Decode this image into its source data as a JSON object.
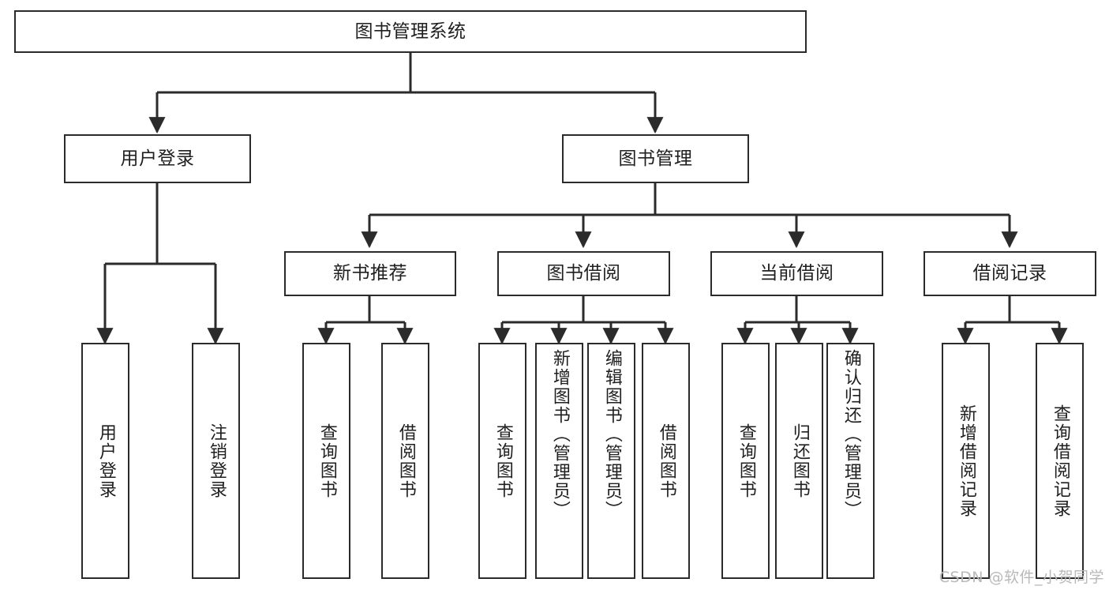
{
  "diagram": {
    "title": "图书管理系统",
    "type": "tree-hierarchy-chart",
    "orientation": "top-down",
    "style": {
      "box_fill": "#ffffff",
      "box_stroke": "#2b2b2b",
      "edge_stroke": "#2b2b2b",
      "text_color": "#1f1f1f",
      "background": "#ffffff"
    }
  },
  "root": {
    "label": "图书管理系统"
  },
  "level2": [
    {
      "label": "用户登录"
    },
    {
      "label": "图书管理"
    }
  ],
  "level3": [
    {
      "label": "新书推荐"
    },
    {
      "label": "图书借阅"
    },
    {
      "label": "当前借阅"
    },
    {
      "label": "借阅记录"
    }
  ],
  "leaves": {
    "user_login": [
      {
        "label": "用户登录"
      },
      {
        "label": "注销登录"
      }
    ],
    "new_book": [
      {
        "label": "查询图书"
      },
      {
        "label": "借阅图书"
      }
    ],
    "book_borrow": [
      {
        "label": "查询图书"
      },
      {
        "label": "新增图书（管理员）"
      },
      {
        "label": "编辑图书（管理员）"
      },
      {
        "label": "借阅图书"
      }
    ],
    "current_borrow": [
      {
        "label": "查询图书"
      },
      {
        "label": "归还图书"
      },
      {
        "label": "确认归还（管理员）"
      }
    ],
    "borrow_record": [
      {
        "label": "新增借阅记录"
      },
      {
        "label": "查询借阅记录"
      }
    ]
  },
  "watermark": {
    "text": "CSDN @软件_小贺同学"
  },
  "chart_data": {
    "type": "table",
    "title": "图书管理系统 功能结构图",
    "nodes": [
      {
        "id": "root",
        "label": "图书管理系统",
        "level": 1,
        "parent": null
      },
      {
        "id": "n_user_login",
        "label": "用户登录",
        "level": 2,
        "parent": "root"
      },
      {
        "id": "n_book_mgmt",
        "label": "图书管理",
        "level": 2,
        "parent": "root"
      },
      {
        "id": "n_new_book",
        "label": "新书推荐",
        "level": 3,
        "parent": "n_book_mgmt"
      },
      {
        "id": "n_book_borrow",
        "label": "图书借阅",
        "level": 3,
        "parent": "n_book_mgmt"
      },
      {
        "id": "n_current_borrow",
        "label": "当前借阅",
        "level": 3,
        "parent": "n_book_mgmt"
      },
      {
        "id": "n_borrow_record",
        "label": "借阅记录",
        "level": 3,
        "parent": "n_book_mgmt"
      },
      {
        "id": "l_ul_1",
        "label": "用户登录",
        "level": 3,
        "parent": "n_user_login"
      },
      {
        "id": "l_ul_2",
        "label": "注销登录",
        "level": 3,
        "parent": "n_user_login"
      },
      {
        "id": "l_nb_1",
        "label": "查询图书",
        "level": 4,
        "parent": "n_new_book"
      },
      {
        "id": "l_nb_2",
        "label": "借阅图书",
        "level": 4,
        "parent": "n_new_book"
      },
      {
        "id": "l_bb_1",
        "label": "查询图书",
        "level": 4,
        "parent": "n_book_borrow"
      },
      {
        "id": "l_bb_2",
        "label": "新增图书（管理员）",
        "level": 4,
        "parent": "n_book_borrow"
      },
      {
        "id": "l_bb_3",
        "label": "编辑图书（管理员）",
        "level": 4,
        "parent": "n_book_borrow"
      },
      {
        "id": "l_bb_4",
        "label": "借阅图书",
        "level": 4,
        "parent": "n_book_borrow"
      },
      {
        "id": "l_cb_1",
        "label": "查询图书",
        "level": 4,
        "parent": "n_current_borrow"
      },
      {
        "id": "l_cb_2",
        "label": "归还图书",
        "level": 4,
        "parent": "n_current_borrow"
      },
      {
        "id": "l_cb_3",
        "label": "确认归还（管理员）",
        "level": 4,
        "parent": "n_current_borrow"
      },
      {
        "id": "l_br_1",
        "label": "新增借阅记录",
        "level": 4,
        "parent": "n_borrow_record"
      },
      {
        "id": "l_br_2",
        "label": "查询借阅记录",
        "level": 4,
        "parent": "n_borrow_record"
      }
    ]
  }
}
